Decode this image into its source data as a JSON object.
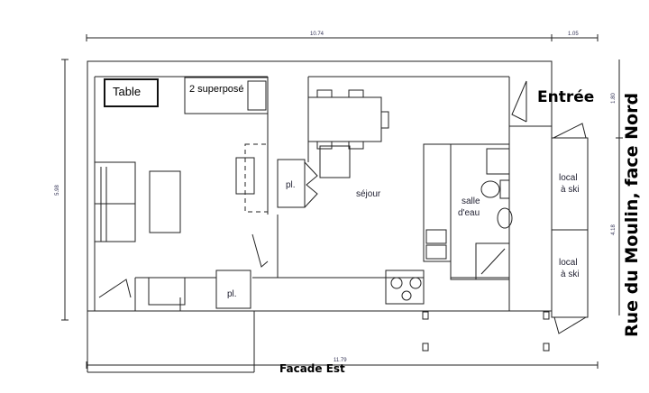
{
  "dimensions": {
    "top_main": "10.74",
    "top_side": "1.05",
    "bottom_total": "11.79",
    "left_height": "5.98",
    "right_upper": "1.80",
    "right_lower": "4.18"
  },
  "labels": {
    "table": "Table",
    "bunk": "2 superposé",
    "entry": "Entrée",
    "pl_1": "pl.",
    "pl_2": "pl.",
    "living": "séjour",
    "bathroom_1": "salle",
    "bathroom_2": "d'eau",
    "ski_1_a": "local",
    "ski_1_b": "à ski",
    "ski_2_a": "local",
    "ski_2_b": "à ski",
    "facade": "Facade Est",
    "street": "Rue du Moulin, face Nord"
  }
}
